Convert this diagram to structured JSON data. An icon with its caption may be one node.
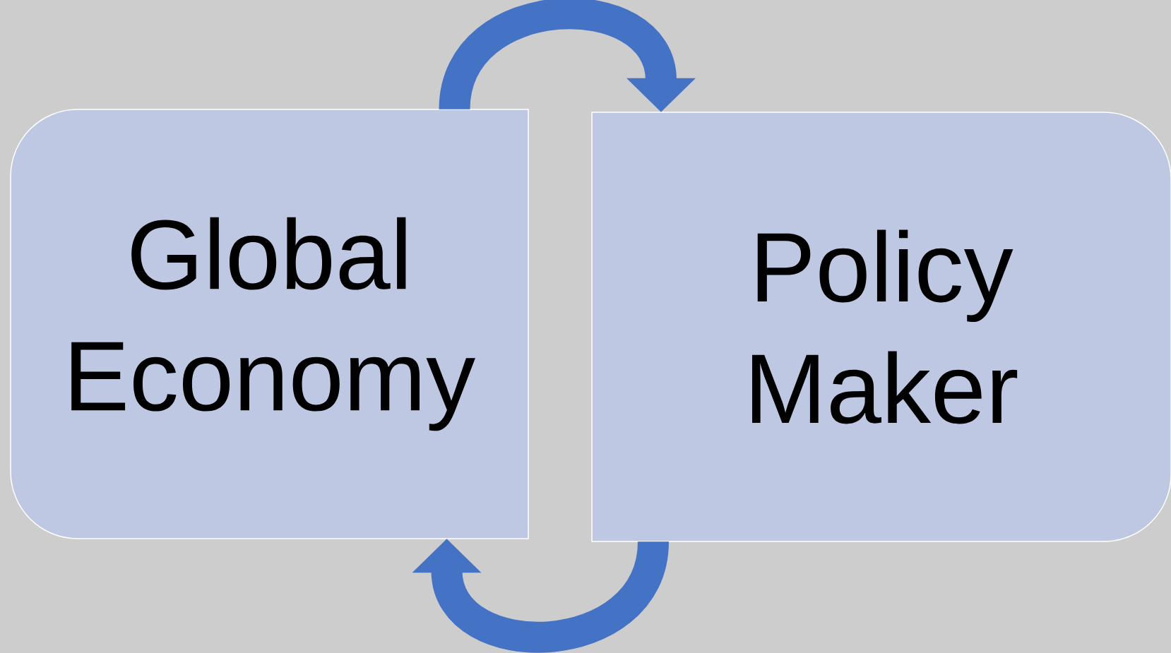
{
  "diagram": {
    "nodes": [
      {
        "text": [
          "Global Economy"
        ]
      },
      {
        "text": [
          "Policy Maker"
        ]
      }
    ],
    "edges": [
      {
        "from": 0,
        "to": 1,
        "arrow": "to"
      },
      {
        "from": 1,
        "to": 0,
        "arrow": "to"
      }
    ]
  }
}
